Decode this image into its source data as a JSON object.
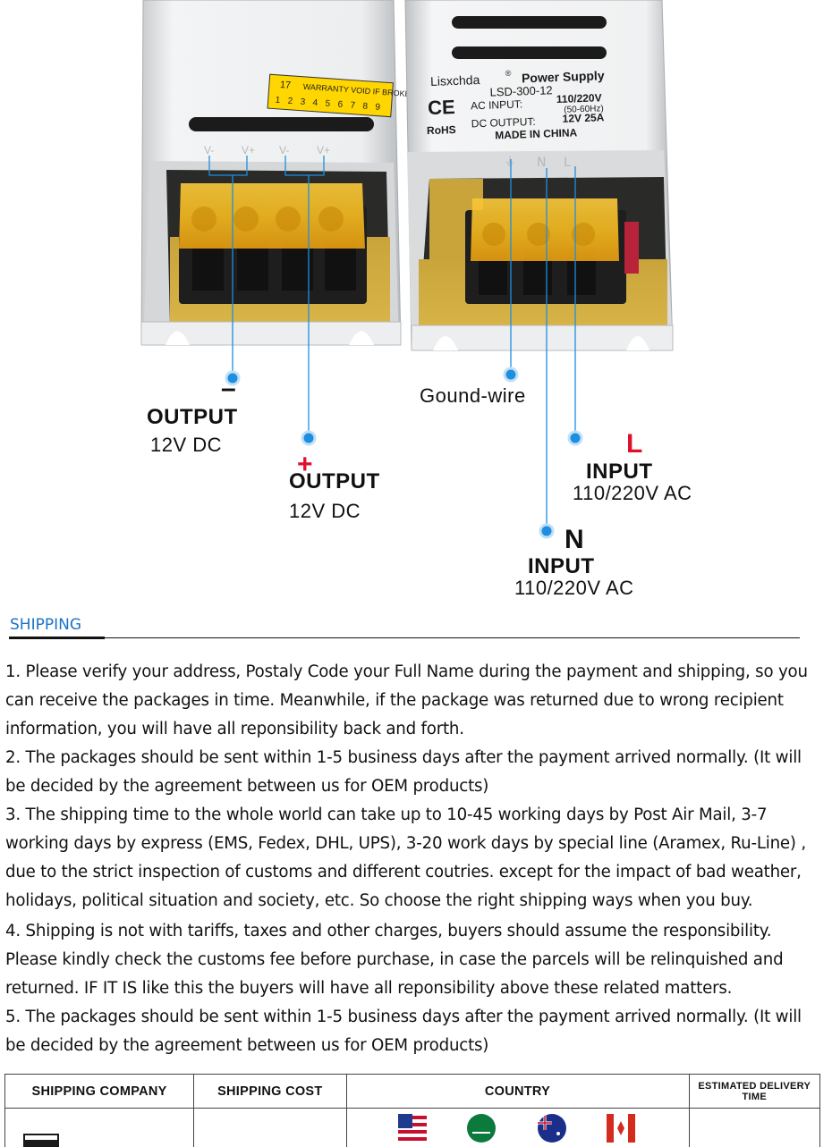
{
  "photo": {
    "left_unit": {
      "warranty_sticker": {
        "number": "17",
        "text": "WARRANTY VOID IF BROKEN",
        "digits": [
          "1",
          "2",
          "3",
          "4",
          "5",
          "6",
          "7",
          "8",
          "9"
        ]
      },
      "terminal_marks": [
        "V-",
        "V+",
        "V-",
        "V+"
      ]
    },
    "right_unit": {
      "brand": "Lisxchda",
      "brand_mark": "®",
      "product": "Power Supply",
      "model": "LSD-300-12",
      "ce": "CE",
      "ac_input_label": "AC INPUT:",
      "ac_input_value": "110/220V",
      "ac_freq": "(50-60Hz)",
      "rohs": "RoHS",
      "dc_output_label": "DC OUTPUT:",
      "dc_output_value": "12V  25A",
      "made_in": "MADE IN CHINA",
      "terminal_marks": [
        "⏚",
        "N",
        "L"
      ]
    },
    "callouts": {
      "neg_symbol": "–",
      "neg_title": "OUTPUT",
      "neg_value": "12V DC",
      "pos_symbol": "+",
      "pos_title": "OUTPUT",
      "pos_value": "12V DC",
      "ground": "Gound-wire",
      "l_symbol": "L",
      "l_title": "INPUT",
      "l_value": "110/220V AC",
      "n_symbol": "N",
      "n_title": "INPUT",
      "n_value": "110/220V AC"
    },
    "colors": {
      "callout_blue": "#1e8ee0",
      "accent_red": "#e0102a",
      "terminal_amber": "#f2b81f"
    }
  },
  "shipping": {
    "title": "SHIPPING",
    "paragraphs": [
      "1. Please verify your address, Postaly Code your Full Name during the payment and shipping, so you can receive the packages in time. Meanwhile, if the package was returned due to wrong recipient information, you will have all reponsibility back and forth.",
      "2. The packages should be sent within 1-5 business days after the payment arrived normally. (It will be decided by the agreement between us for OEM products)",
      "3. The shipping time to the whole world can take up to 10-45 working days by Post Air Mail, 3-7 working days by express (EMS, Fedex, DHL, UPS), 3-20 work days by special line (Aramex, Ru-Line) , due to the strict inspection of customs and different coutries. except for the impact of bad weather, holidays, political situation and society, etc. So choose the right shipping ways when you buy.",
      "4. Shipping is not with tariffs, taxes and other charges, buyers should assume the responsibility. Please kindly check the customs fee before purchase, in case the parcels will be relinquished and returned. IF IT IS like this the buyers will have all reponsibility above these related matters.",
      "5. The packages should be sent within 1-5 business days after the payment arrived normally. (It will be decided by the agreement between us for OEM products)"
    ],
    "table": {
      "headers": [
        "SHIPPING COMPANY",
        "SHIPPING COST",
        "COUNTRY",
        "ESTIMATED DELIVERY TIME"
      ],
      "flag_icons": [
        "us-flag-icon",
        "saudi-arabia-flag-icon",
        "australia-flag-icon",
        "canada-flag-icon"
      ]
    }
  }
}
